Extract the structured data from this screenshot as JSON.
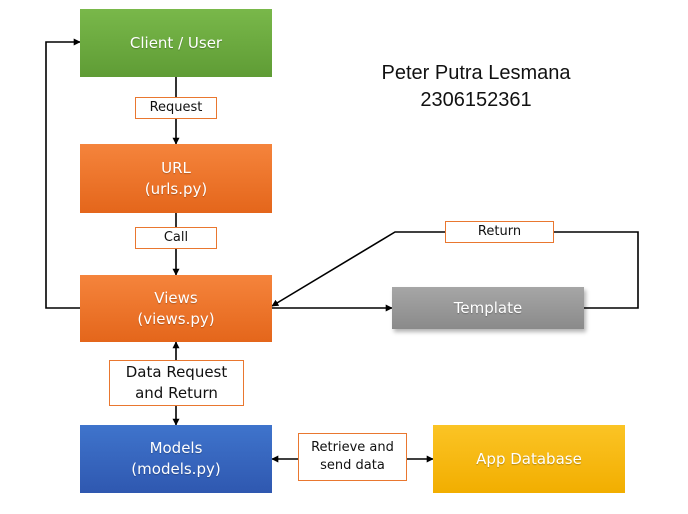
{
  "author": {
    "name": "Peter Putra Lesmana",
    "id": "2306152361"
  },
  "nodes": {
    "client": {
      "line1": "Client / User"
    },
    "url": {
      "line1": "URL",
      "line2": "(urls.py)"
    },
    "views": {
      "line1": "Views",
      "line2": "(views.py)"
    },
    "template": {
      "line1": "Template"
    },
    "models": {
      "line1": "Models",
      "line2": "(models.py)"
    },
    "database": {
      "line1": "App Database"
    }
  },
  "edges": {
    "request": {
      "line1": "Request"
    },
    "call": {
      "line1": "Call"
    },
    "return": {
      "line1": "Return"
    },
    "data_request": {
      "line1": "Data Request",
      "line2": "and Return"
    },
    "retrieve": {
      "line1": "Retrieve and",
      "line2": "send data"
    }
  },
  "colors": {
    "client": "#6aa83f",
    "url": "#ee7428",
    "views": "#ee7428",
    "template": "#979797",
    "models": "#3366c0",
    "database": "#f7b90f",
    "label_border": "#e9772f",
    "arrow": "#000000"
  }
}
